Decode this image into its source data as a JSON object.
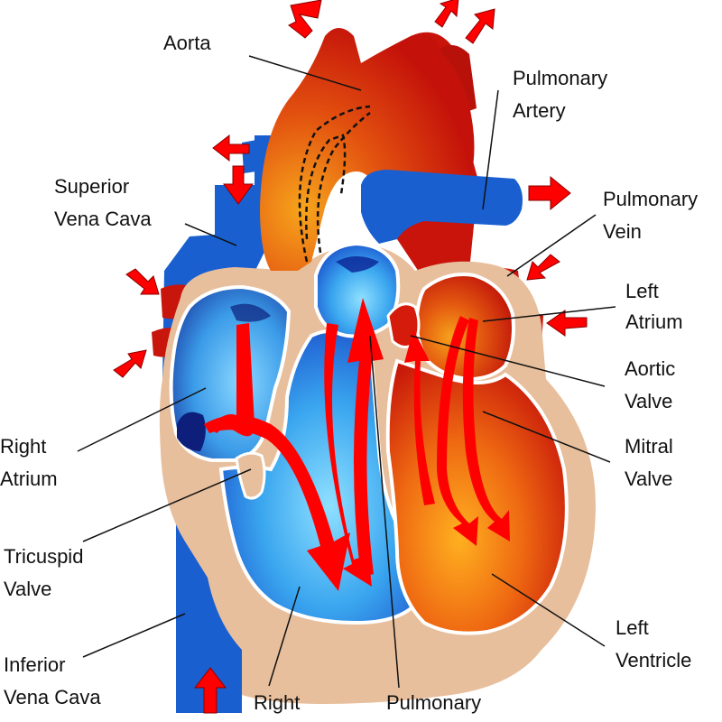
{
  "colors": {
    "blood_oxygenated": "#d41a0a",
    "blood_deoxygenated": "#1a5fd0",
    "arrow": "#ff0000",
    "wall": "#e8bf9c",
    "outline": "#ffffff",
    "label": "#111111"
  },
  "labels": {
    "aorta": "Aorta",
    "pulmonary_artery": [
      "Pulmonary",
      "Artery"
    ],
    "superior_vena_cava": [
      "Superior",
      "Vena Cava"
    ],
    "pulmonary_vein": [
      "Pulmonary",
      "Vein"
    ],
    "left_atrium": [
      "Left",
      "Atrium"
    ],
    "aortic_valve": [
      "Aortic",
      "Valve"
    ],
    "right_atrium": [
      "Right",
      "Atrium"
    ],
    "mitral_valve": [
      "Mitral",
      "Valve"
    ],
    "tricuspid_valve": [
      "Tricuspid",
      "Valve"
    ],
    "inferior_vena_cava": [
      "Inferior",
      "Vena Cava"
    ],
    "left_ventricle": [
      "Left",
      "Ventricle"
    ],
    "right_ventricle": "Right",
    "pulmonary_valve": "Pulmonary"
  }
}
